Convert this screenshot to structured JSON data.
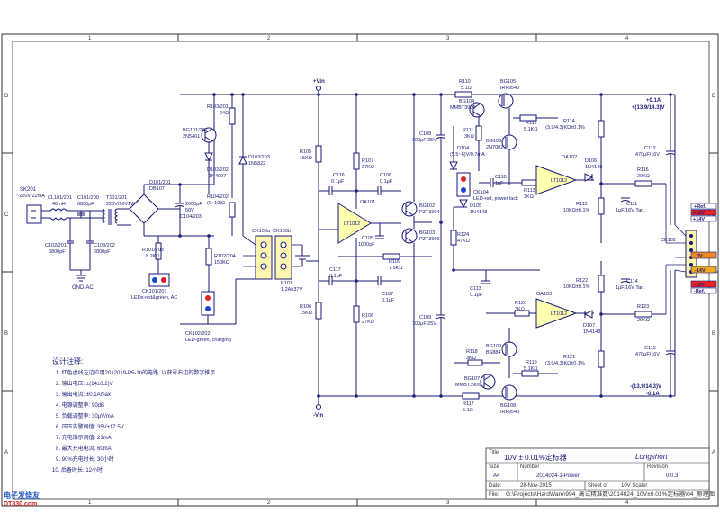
{
  "frame": {
    "col_labels": [
      "1",
      "2",
      "3",
      "4"
    ],
    "row_labels": [
      "D",
      "C",
      "B",
      "A"
    ]
  },
  "title_block": {
    "title_label": "Title",
    "title": "10V ± 0.01%定标器",
    "company": "Longshort",
    "size_label": "Size",
    "size": "A4",
    "number_label": "Number",
    "number": "2014024-1-Power",
    "revision_label": "Revision",
    "revision": "0.0.3",
    "date_label": "Date:",
    "date": "28-Nov-2015",
    "sheet_label": "Sheet   of",
    "sheet_title": "10V Scaler",
    "file_label": "File:",
    "file": "G:\\Projects\\HardWare\\994_高试精准数\\2014024_10V±0.01%定标器\\04_原理图"
  },
  "watermark": {
    "line1": "电子发烧友",
    "line2": "DT830.com"
  },
  "notes": {
    "heading": "设计注释:",
    "items": [
      "1. 红色虚线左边应用2012019-P5-1b的电路, 以获号右边的数字推示.",
      "2. 输出电压: ±(14±0.2)V",
      "3. 输出电流: ±0.1Amax",
      "4. 电源调整率: 90dB",
      "5. 负载调整率: 30μV/mA",
      "6. 压压告警阀值: 35V±17.5V",
      "7. 充电指示阀值: 21mA",
      "8. 最大充电电流: 60mA",
      "9. 90%充电时长: 30小时",
      "10. 后备时长: 12小时"
    ]
  },
  "rails": {
    "pos": "+Vin",
    "neg": "-Vin",
    "gnd": "GND-AC"
  },
  "labels": {
    "sk201": "SK201",
    "sk201_v": "~220V/22mA",
    "cl201": "CL101/201",
    "cl201_v": "40mH",
    "c101": "C101/200",
    "c101_v": "6800pF",
    "c102": "C102/201",
    "c102_v": "6800pF",
    "c103": "C103/202",
    "c103_v": "6800pF",
    "t101": "T101/201",
    "t101_v": "220V/16V1W",
    "d101": "D101/201",
    "d101_v": "DB107",
    "c104": "C104/203",
    "c104_v": "2000μF",
    "c104_v2": "50V",
    "r101": "R101/203",
    "r101_v": "8.2KΩ",
    "ck101": "CK101/201",
    "ck101_v": "LEDs-red&green, AC",
    "bg101": "BG101/201",
    "bg101_v": "2N5401",
    "r103": "R103/201",
    "r103_v": "24Ω",
    "d102": "D102/202",
    "d102_v": "1N4007",
    "d103": "D103/203",
    "d103_v": "1N5822",
    "r104": "R104/202",
    "r104_v": "(0~10)Ω",
    "r102": "R102/204",
    "r102_v": "150KΩ",
    "ck102": "CK102/202",
    "ck102_v": "LED-green, charging",
    "ck103a": "CK103a",
    "ck103b": "CK103b",
    "e101": "E101",
    "e101_v": "1.2Ah37V",
    "r105": "R105",
    "r105_v": "15KΩ",
    "r106": "R106",
    "r106_v": "15KΩ",
    "c116": "C116",
    "c116_v": "0.1μF",
    "c106": "C106",
    "c106_v": "0.1μF",
    "c117": "C117",
    "c117_v": "0.1μF",
    "c107": "C107",
    "c107_v": "0.1μF",
    "r107": "R107",
    "r107_v": "27KΩ",
    "r108": "R108",
    "r108_v": "27KΩ",
    "oa101": "OA101",
    "lt1012": "LT1012",
    "c105": "C105",
    "c105_v": "1000pF",
    "r109": "R109",
    "r109_v": "7.5KΩ",
    "bg102": "BG102",
    "bg102_v": "PZT3904",
    "bg103": "BG103",
    "bg103_v": "PZT3906",
    "c108": "C108",
    "c108_v": "100μF/25V",
    "c109": "C109",
    "c109_v": "100μF/25V",
    "r110": "R110",
    "r110_v": "5.1Ω",
    "bg104": "BG104",
    "bg104_v": "MMBT3906",
    "bg105": "BG105",
    "bg105_v": "IRF9540",
    "r111": "R111",
    "r111_v": "3KΩ",
    "r112": "R112",
    "r112_v": "5.1KΩ",
    "bg106": "BG106",
    "bg106_v": "2N7002",
    "d104": "D104",
    "d104_v": "(5.5~6)V/0.7mA",
    "ck104": "CK104",
    "ck104_v": "LED-red, power lack",
    "d105": "D105",
    "d105_v": "1N4148",
    "c110": "C110",
    "c110_v": "1μF",
    "r113": "R113",
    "r113_v": "3KΩ",
    "oa102": "OA102",
    "r114": "R114",
    "r114_v": "(3.9/4.3)KΩ±0.1%",
    "r115": "R115",
    "r115_v": "10KΩ±0.1%",
    "d106": "D106",
    "d106_v": "1N4148",
    "r116": "R116",
    "r116_v": "20KΩ",
    "c111": "C111",
    "c111_v": "1μF/16V Tan.",
    "c112": "C112",
    "c112_v": "470μF/16V",
    "r124": "R124",
    "r124_v": "47KΩ",
    "c113": "C113",
    "c113_v": "0.1μF",
    "r120": "R120",
    "r120_v": "3KΩ",
    "oa103": "OA103",
    "r122": "R122",
    "r122_v": "10KΩ±0.1%",
    "c114": "C114",
    "c114_v": "1μF/16V Tan.",
    "d107": "D107",
    "d107_v": "1N4148",
    "r123": "R123",
    "r123_v": "20KΩ",
    "c115": "C115",
    "c115_v": "470μF/16V",
    "r118": "R118",
    "r118_v": "3KΩ",
    "bg109": "BG109",
    "bg109_v": "BS884",
    "r119": "R119",
    "r119_v": "5.1KΩ",
    "r121": "R121",
    "r121_v": "(3.9/4.3)KΩ±0.1%",
    "bg107": "BG107",
    "bg107_v": "MMBT3906",
    "r117": "R117",
    "r117_v": "5.1Ω",
    "bg108": "BG108",
    "bg108_v": "IRF9540",
    "ck102_out": "CK102",
    "out_pos_i": "+0.1A",
    "out_pos_v": "+(13.9/14.3)V",
    "out_neg_v": "-(13.9/14.3)V",
    "out_neg_i": "-0.1A",
    "port_p14": "+14V",
    "port_pref": "+Ref.",
    "port_0v": "0V",
    "port_m14": "-14V",
    "port_m10": "-10V",
    "port_mref": "-Ref.",
    "port_p10": "+10V"
  }
}
